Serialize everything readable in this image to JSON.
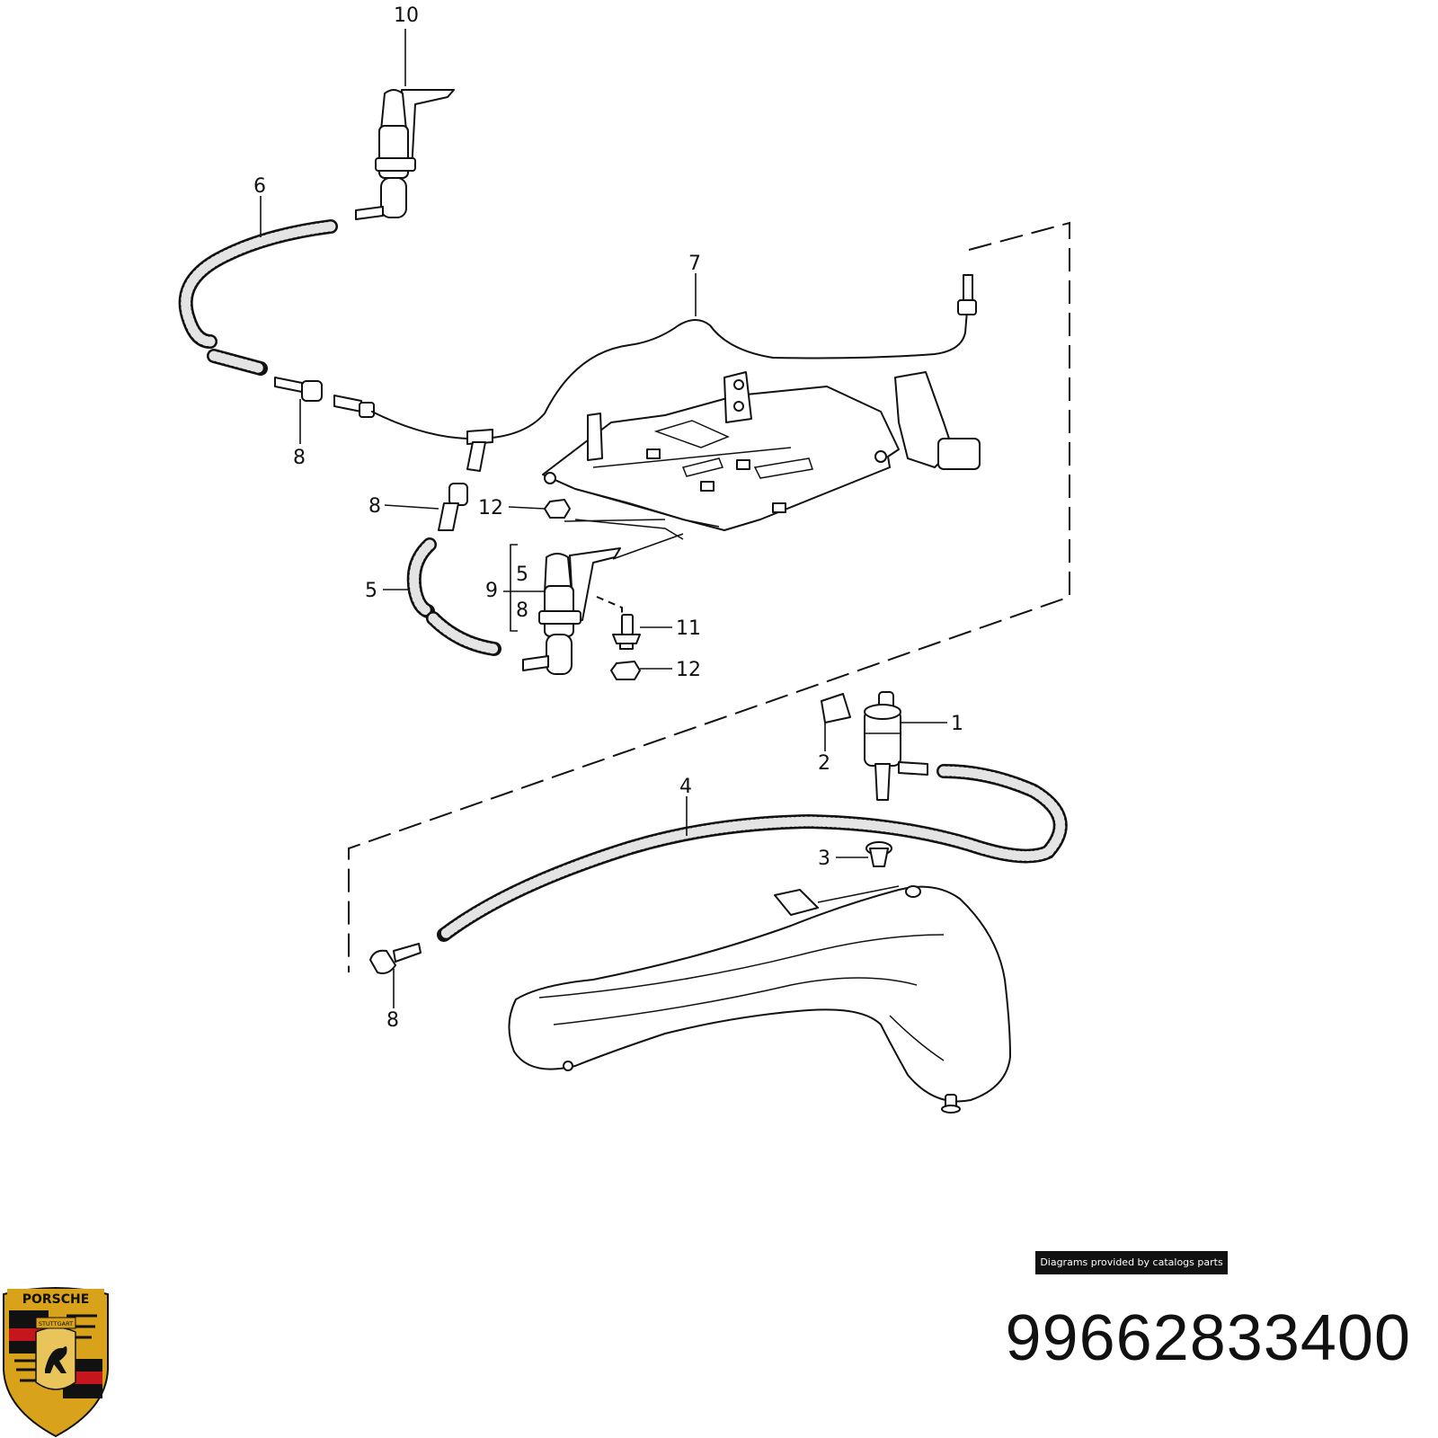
{
  "callouts": [
    {
      "id": "c10",
      "label": "10"
    },
    {
      "id": "c6",
      "label": "6"
    },
    {
      "id": "c7",
      "label": "7"
    },
    {
      "id": "c8a",
      "label": "8"
    },
    {
      "id": "c8b",
      "label": "8"
    },
    {
      "id": "c12a",
      "label": "12"
    },
    {
      "id": "c5a",
      "label": "5"
    },
    {
      "id": "c9",
      "label": "9"
    },
    {
      "id": "c5b",
      "label": "5"
    },
    {
      "id": "c8c",
      "label": "8"
    },
    {
      "id": "c11",
      "label": "11"
    },
    {
      "id": "c12b",
      "label": "12"
    },
    {
      "id": "c1",
      "label": "1"
    },
    {
      "id": "c2",
      "label": "2"
    },
    {
      "id": "c4",
      "label": "4"
    },
    {
      "id": "c3",
      "label": "3"
    },
    {
      "id": "c8d",
      "label": "8"
    }
  ],
  "credit": "Diagrams provided by catalogs parts",
  "part_number": "99662833400",
  "logo": {
    "brand_text": "PORSCHE",
    "city_text": "STUTTGART",
    "colors": {
      "gold": "#d9a21b",
      "red": "#c4161c",
      "black": "#111111"
    }
  }
}
